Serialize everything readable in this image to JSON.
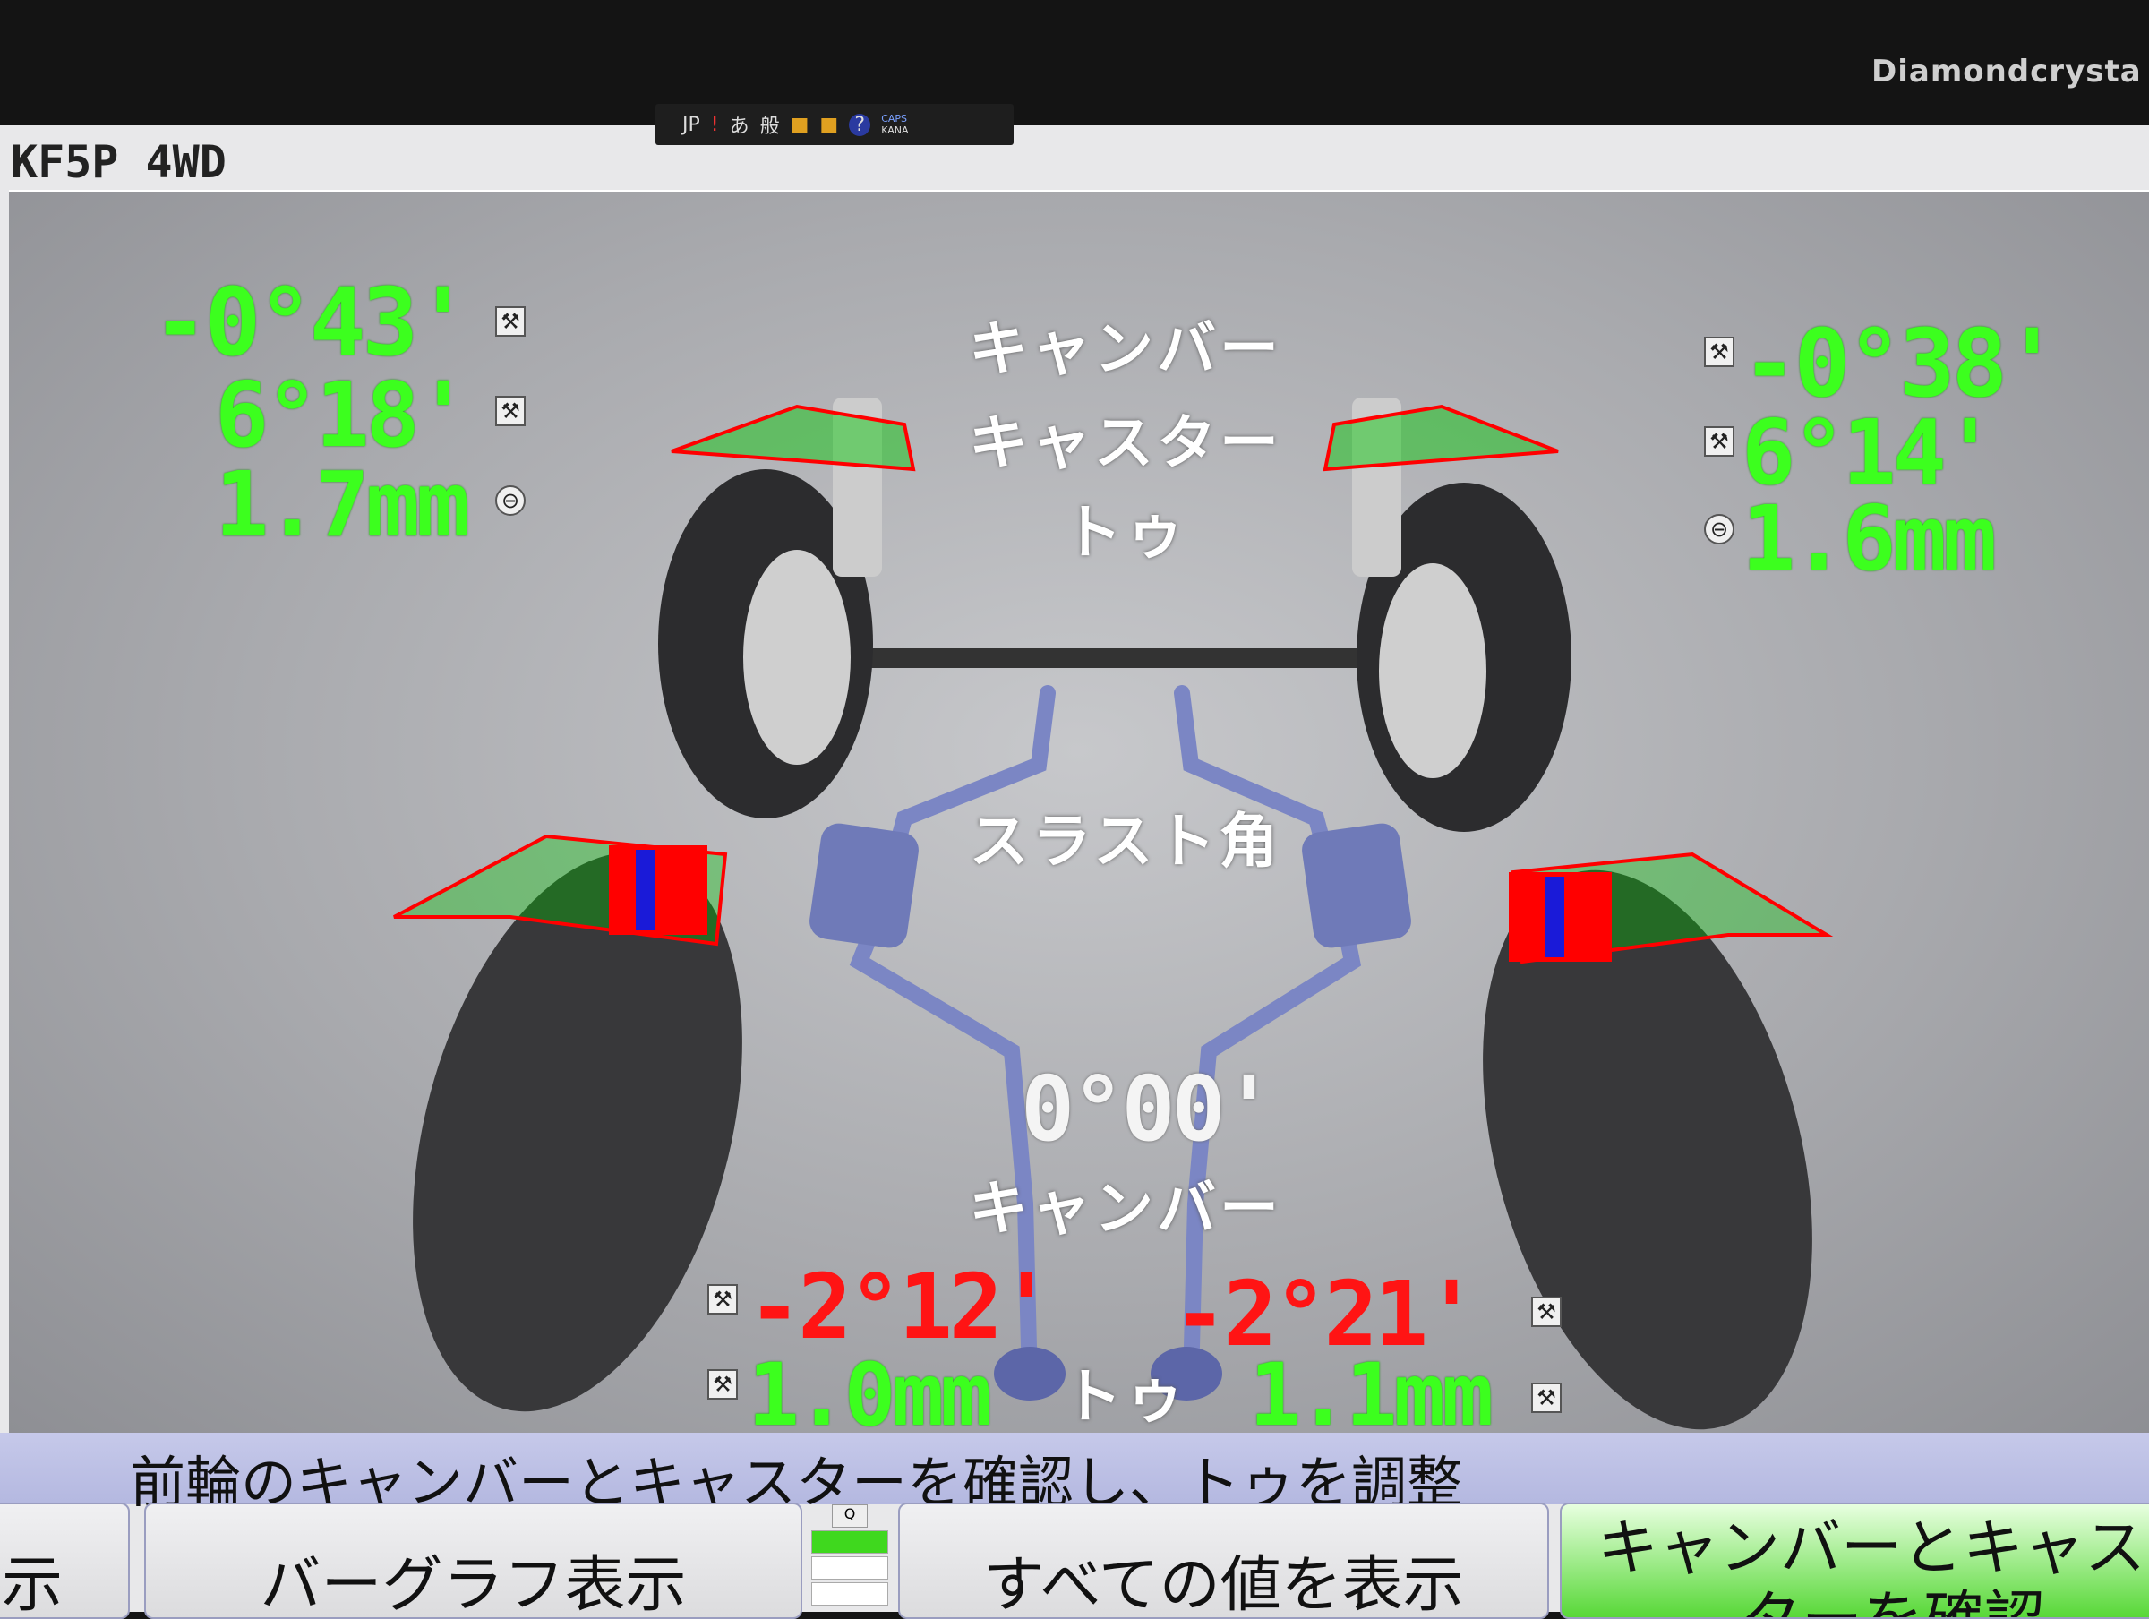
{
  "monitor": {
    "brand": "Diamondcrysta RI"
  },
  "language_bar": {
    "items": [
      "JP",
      "!",
      "あ",
      "般",
      "?"
    ],
    "caps": "CAPS",
    "kana": "KANA"
  },
  "window": {
    "title": "KF5P 4WD"
  },
  "front_left": {
    "camber": "-0°43'",
    "caster": "6°18'",
    "toe": "1.7mm"
  },
  "front_right": {
    "camber": "-0°38'",
    "caster": "6°14'",
    "toe": "1.6mm"
  },
  "front_labels": {
    "camber": "キャンバー",
    "caster": "キャスター",
    "toe": "トゥ"
  },
  "thrust": {
    "label": "スラスト角",
    "value": "0°00'"
  },
  "rear_left": {
    "camber": "-2°12'",
    "toe": "1.0mm"
  },
  "rear_right": {
    "camber": "-2°21'",
    "toe": "1.1mm"
  },
  "rear_labels": {
    "camber": "キャンバー",
    "toe": "トゥ"
  },
  "instruction": "前輪のキャンバーとキャスターを確認し、トゥを調整",
  "buttons": {
    "prev_partial": "示",
    "bar_graph": "バーグラフ表示",
    "show_all": "すべての値を表示",
    "camber_caster_line1": "キャンバーとキャス",
    "camber_caster_line2": "ターを確認"
  },
  "mini_widget": {
    "label": "Q"
  },
  "colors": {
    "in_spec": "#3cff1e",
    "out_of_spec": "#ff1414",
    "exhaust": "#7b86c4"
  },
  "icons": {
    "adjust": "wrench-icon",
    "steering": "steering-wheel-icon"
  }
}
